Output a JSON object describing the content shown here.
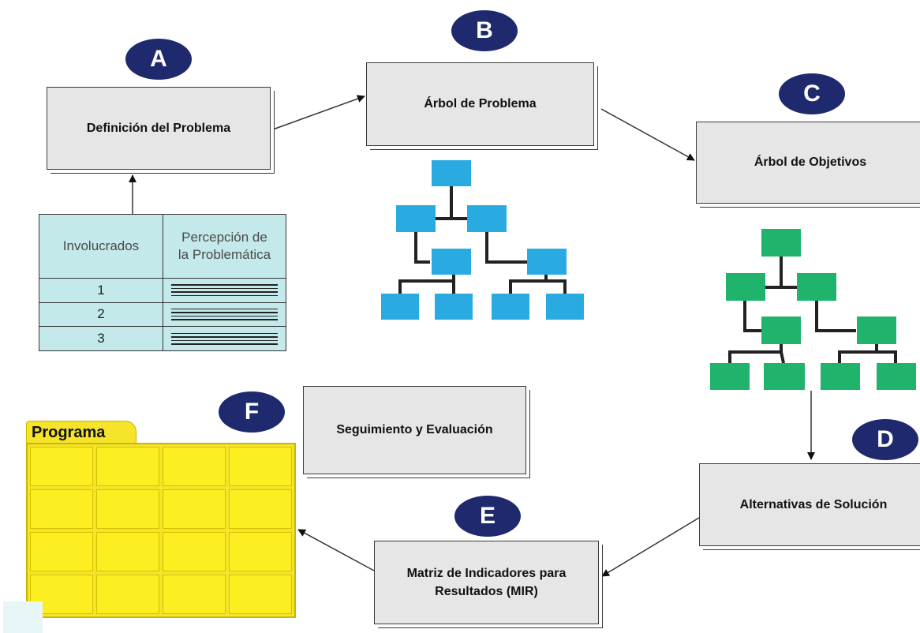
{
  "steps": {
    "A": {
      "badge": "A",
      "label": "Definición del Problema"
    },
    "B": {
      "badge": "B",
      "label": "Árbol de Problema"
    },
    "C": {
      "badge": "C",
      "label": "Árbol de Objetivos"
    },
    "D": {
      "badge": "D",
      "label": "Alternativas de Solución"
    },
    "E": {
      "badge": "E",
      "label_line1": "Matriz de Indicadores para",
      "label_line2": "Resultados (MIR)"
    },
    "F": {
      "badge": "F",
      "label": "Seguimiento y Evaluación"
    }
  },
  "involved_table": {
    "header_col1": "Involucrados",
    "header_col2_line1": "Percepción de",
    "header_col2_line2": "la Problemática",
    "rows": [
      "1",
      "2",
      "3"
    ]
  },
  "program": {
    "title": "Programa",
    "rows": 4,
    "cols": 4
  },
  "colors": {
    "badge": "#1f2a6e",
    "box_fill": "#e6e6e6",
    "problem_tree": "#29abe2",
    "objective_tree": "#1fb36b",
    "tree_connector": "#222222",
    "table_fill": "#c4e9ea",
    "program_fill": "#f5e42a"
  },
  "icons": {
    "problem_tree": "hierarchy-tree-icon",
    "objective_tree": "hierarchy-tree-icon"
  }
}
